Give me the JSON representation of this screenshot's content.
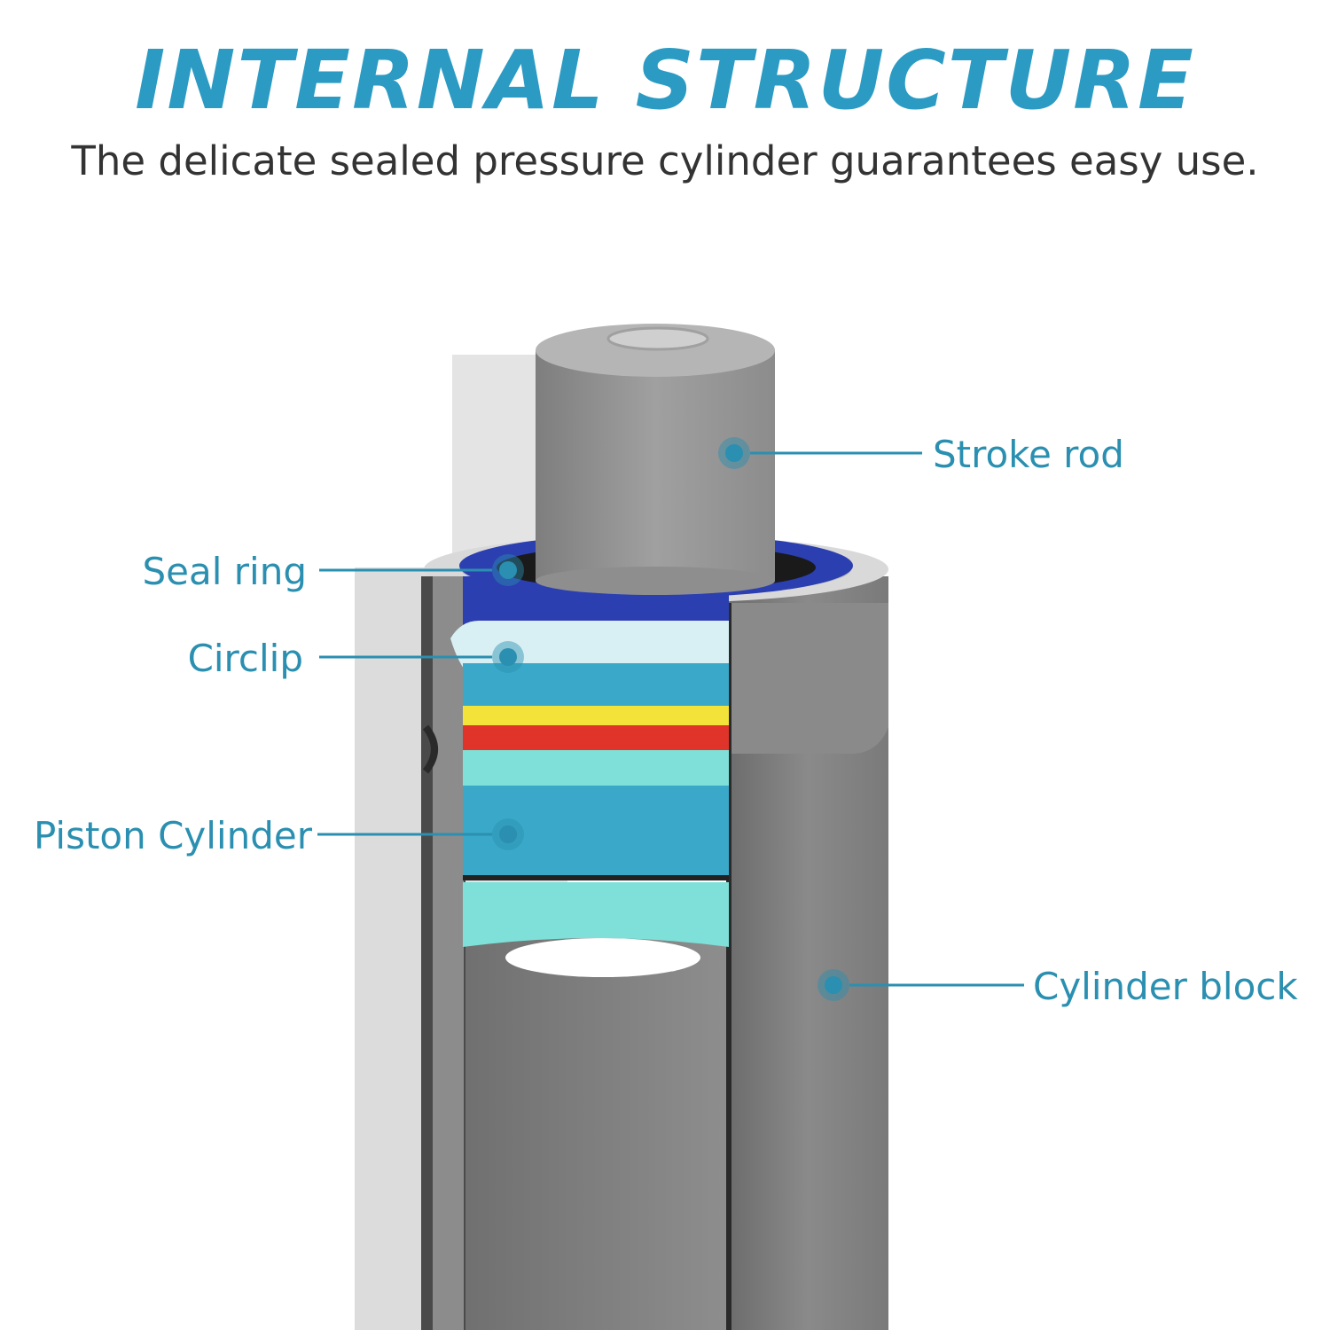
{
  "header": {
    "title": "INTERNAL STRUCTURE",
    "subtitle": "The delicate sealed pressure cylinder guarantees easy use."
  },
  "labels": {
    "stroke_rod": "Stroke rod",
    "seal_ring": "Seal ring",
    "circlip": "Circlip",
    "piston_cylinder": "Piston Cylinder",
    "cylinder_block": "Cylinder block"
  },
  "colors": {
    "accent": "#2a8fb0",
    "title": "#2b9bc4",
    "seal_ring": "#2c3fb0",
    "yellow_band": "#f2e23a",
    "red_band": "#e0332a",
    "teal_band": "#3aa9c9",
    "aqua_band": "#7ee0d8",
    "body_gray": "#7a7a7a"
  }
}
